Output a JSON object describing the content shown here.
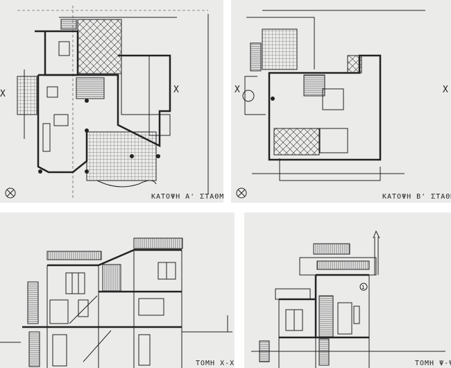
{
  "panels": [
    {
      "id": "plan-a",
      "title": "ΚΑΤΟΨΗ Α' ΣΤΑΘΜΗΣ",
      "section_marks": [
        "X",
        "X"
      ]
    },
    {
      "id": "plan-b",
      "title": "ΚΑΤΟΨΗ Β' ΣΤΑΘΜΗΣ",
      "section_marks": [
        "X",
        "X"
      ]
    },
    {
      "id": "section-x",
      "title": "ΤΟΜΗ Χ-Χ"
    },
    {
      "id": "section-y",
      "title": "ΤΟΜΗ Ψ-Ψ"
    }
  ]
}
